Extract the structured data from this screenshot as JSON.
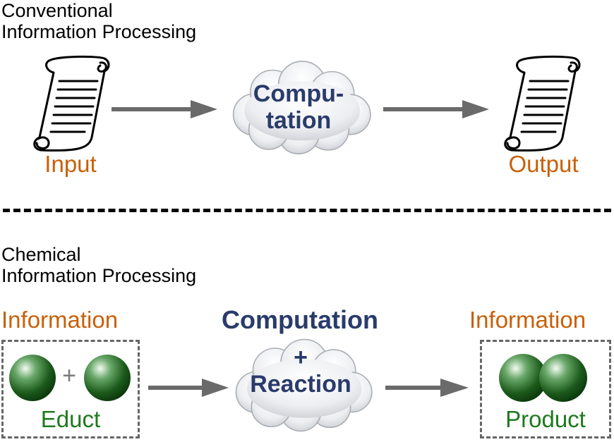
{
  "conventional": {
    "title_line1": "Conventional",
    "title_line2": "Information Processing",
    "input_label": "Input",
    "output_label": "Output",
    "cloud_line1": "Compu-",
    "cloud_line2": "tation",
    "icons": {
      "input": "scroll-icon",
      "output": "scroll-icon",
      "process": "cloud-icon"
    }
  },
  "chemical": {
    "title_line1": "Chemical",
    "title_line2": "Information Processing",
    "left_header": "Information",
    "right_header": "Information",
    "computation_header": "Computation",
    "cloud_plus": "+",
    "cloud_text": "Reaction",
    "educt_plus": "+",
    "educt_label": "Educt",
    "product_label": "Product",
    "icons": {
      "molecule": "sphere-icon",
      "process": "cloud-icon"
    }
  },
  "colors": {
    "accent_orange": "#C8600A",
    "accent_green": "#1E7A1E",
    "accent_navy": "#2A3B6B",
    "arrow_grey": "#6a6a6a"
  }
}
